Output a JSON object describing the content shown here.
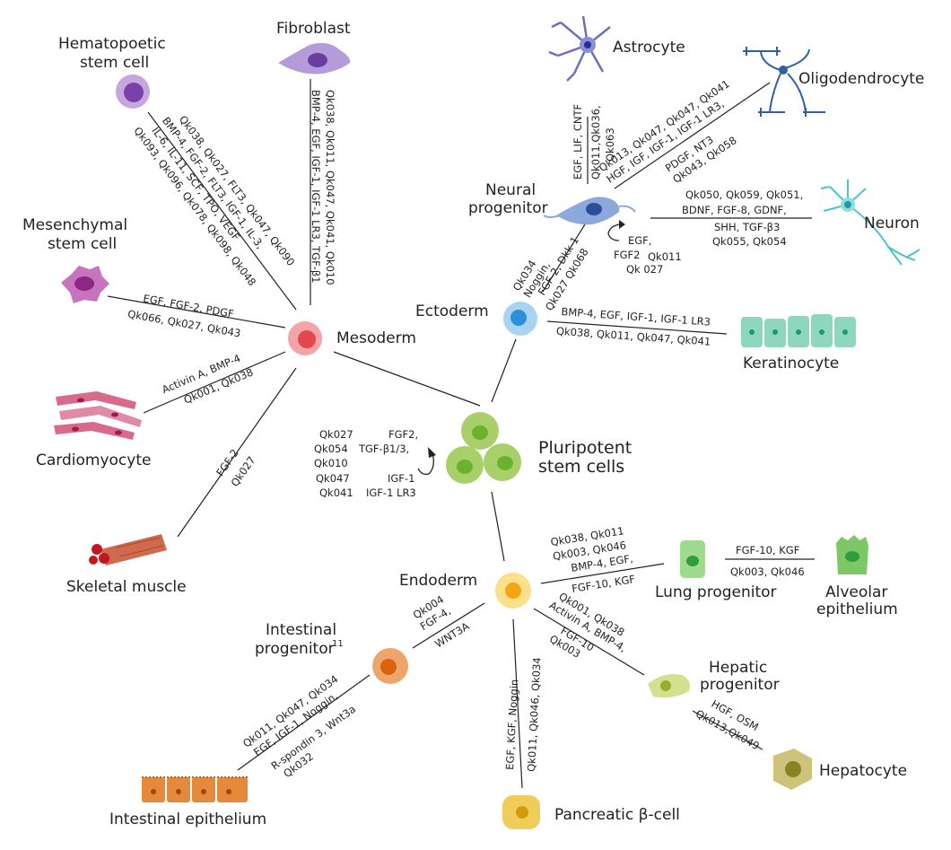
{
  "cells": {
    "pluripotent": "Pluripotent stem cells",
    "pluripotent_l1": "Pluripotent",
    "pluripotent_l2": "stem cells",
    "mesoderm": "Mesoderm",
    "ectoderm": "Ectoderm",
    "endoderm": "Endoderm",
    "hematopoetic_l1": "Hematopoetic",
    "hematopoetic_l2": "stem cell",
    "fibroblast": "Fibroblast",
    "mesenchymal_l1": "Mesenchymal",
    "mesenchymal_l2": "stem cell",
    "cardiomyocyte": "Cardiomyocyte",
    "skeletal_muscle": "Skeletal muscle",
    "astrocyte": "Astrocyte",
    "oligodendrocyte": "Oligodendrocyte",
    "neural_l1": "Neural",
    "neural_l2": "progenitor",
    "neuron": "Neuron",
    "keratinocyte": "Keratinocyte",
    "lung_progenitor": "Lung progenitor",
    "alveolar_l1": "Alveolar",
    "alveolar_l2": "epithelium",
    "hepatic_l1": "Hepatic",
    "hepatic_l2": "progenitor",
    "hepatocyte": "Hepatocyte",
    "pancreatic": "Pancreatic β-cell",
    "intestinal_prog_l1": "Intestinal",
    "intestinal_prog_l2": "progenitor",
    "intestinal_prog_sup": "11",
    "intestinal_epi": "Intestinal epithelium"
  },
  "factors": {
    "self_renewal_left": [
      "Qk027",
      "Qk054",
      "Qk010",
      "Qk047",
      "Qk041"
    ],
    "self_renewal_right": [
      "FGF2,",
      "TGF-β1/3,",
      "",
      "IGF-1",
      "IGF-1 LR3"
    ],
    "hema": [
      "Qk038, Qk027, FLT3, Qk047, Qk090",
      "BMP-4, FGF-2, FLT3, IGF-1, IL-3,",
      "IL-6, IL-11, SCF, TPO, VEGF",
      "Qk093, Qk096, Qk078, Qk098, Qk048"
    ],
    "fibro": [
      "Qk038, Qk011, Qk047, Qk041, Qk010",
      "BMP-4, EGF, IGF-1, IGF-1 LR3, TGF-β1"
    ],
    "mesen_top": "EGF, FGF-2, PDGF",
    "mesen_bot": "Qk066, Qk027, Qk043",
    "cardio_top": "Activin A, BMP-4",
    "cardio_bot": "Qk001, Qk038",
    "skeletal_top": "FGF-2",
    "skeletal_bot": "Qk027",
    "astro_left": "EGF, LIF, CNTF",
    "astro_right": [
      "Qk011,Qk036,",
      "Qk063"
    ],
    "oligo_top": [
      "Qk013, Qk047, Qk047, Qk041",
      "HGF, IGF, IGF-1, IGF-1 LR3,"
    ],
    "oligo_bot": [
      "PDGF, NT3",
      "Qk043, Qk058"
    ],
    "neuron_top": [
      "Qk050, Qk059, Qk051,",
      "BDNF, FGF-8, GDNF,"
    ],
    "neuron_bot": [
      "SHH, TGF-β3",
      "Qk055, Qk054"
    ],
    "neural_self": [
      "EGF,",
      "FGF2",
      "Qk011",
      "Qk 027"
    ],
    "ecto_neural_left": [
      "Qk034",
      "Noggin,"
    ],
    "ecto_neural_right": [
      "FGF-2, Dkk-1",
      "Qk027 Qk068"
    ],
    "kera_top": "BMP-4, EGF, IGF-1, IGF-1 LR3",
    "kera_bot": "Qk038, Qk011, Qk047, Qk041",
    "lung_top": [
      "Qk038, Qk011",
      "Qk003, Qk046",
      "BMP-4, EGF,"
    ],
    "lung_bot": "FGF-10, KGF",
    "alveolar_top": "FGF-10, KGF",
    "alveolar_bot": "Qk003, Qk046",
    "hepatic_top": [
      "Qk001, Qk038",
      "Activin A, BMP-4,"
    ],
    "hepatic_bot": [
      "FGF-10",
      "Qk003"
    ],
    "hepatocyte_top": "HGF, OSM",
    "hepatocyte_bot": "Qk013,Qk049",
    "pancreatic_left": "EGF, KGF, Noggin",
    "pancreatic_right": "Qk011, Qk046, Qk034",
    "intestinal_top": [
      "Qk004",
      "FGF-4,"
    ],
    "intestinal_bot": "WNT3A",
    "intestinal_epi_top": [
      "Qk011, Qk047, Qk034",
      "EGF, IGF-1, Noggin,"
    ],
    "intestinal_epi_bot": [
      "R-spondin 3, Wnt3a",
      "Qk032"
    ]
  },
  "colors": {
    "pluripotent": "#a8cf6a",
    "mesoderm": "#ef6c6c",
    "ectoderm": "#6bb5e6",
    "endoderm": "#f7c847",
    "hematopoetic": "#a47bc0",
    "fibroblast": "#9b7fc6",
    "mesenchymal": "#b35cab",
    "cardiomyocyte": "#d86b8a",
    "skeletal": "#d06a4e",
    "neural": "#4e78c3",
    "astrocyte": "#6a6fc0",
    "oligodendrocyte": "#2d5fa3",
    "neuron": "#4fc3c8",
    "keratinocyte": "#7fcfb6",
    "lung": "#7dc767",
    "hepatic": "#c5d77a",
    "hepatocyte": "#b8b05a",
    "pancreatic": "#f0cd5a",
    "intestinal": "#e5893a"
  }
}
